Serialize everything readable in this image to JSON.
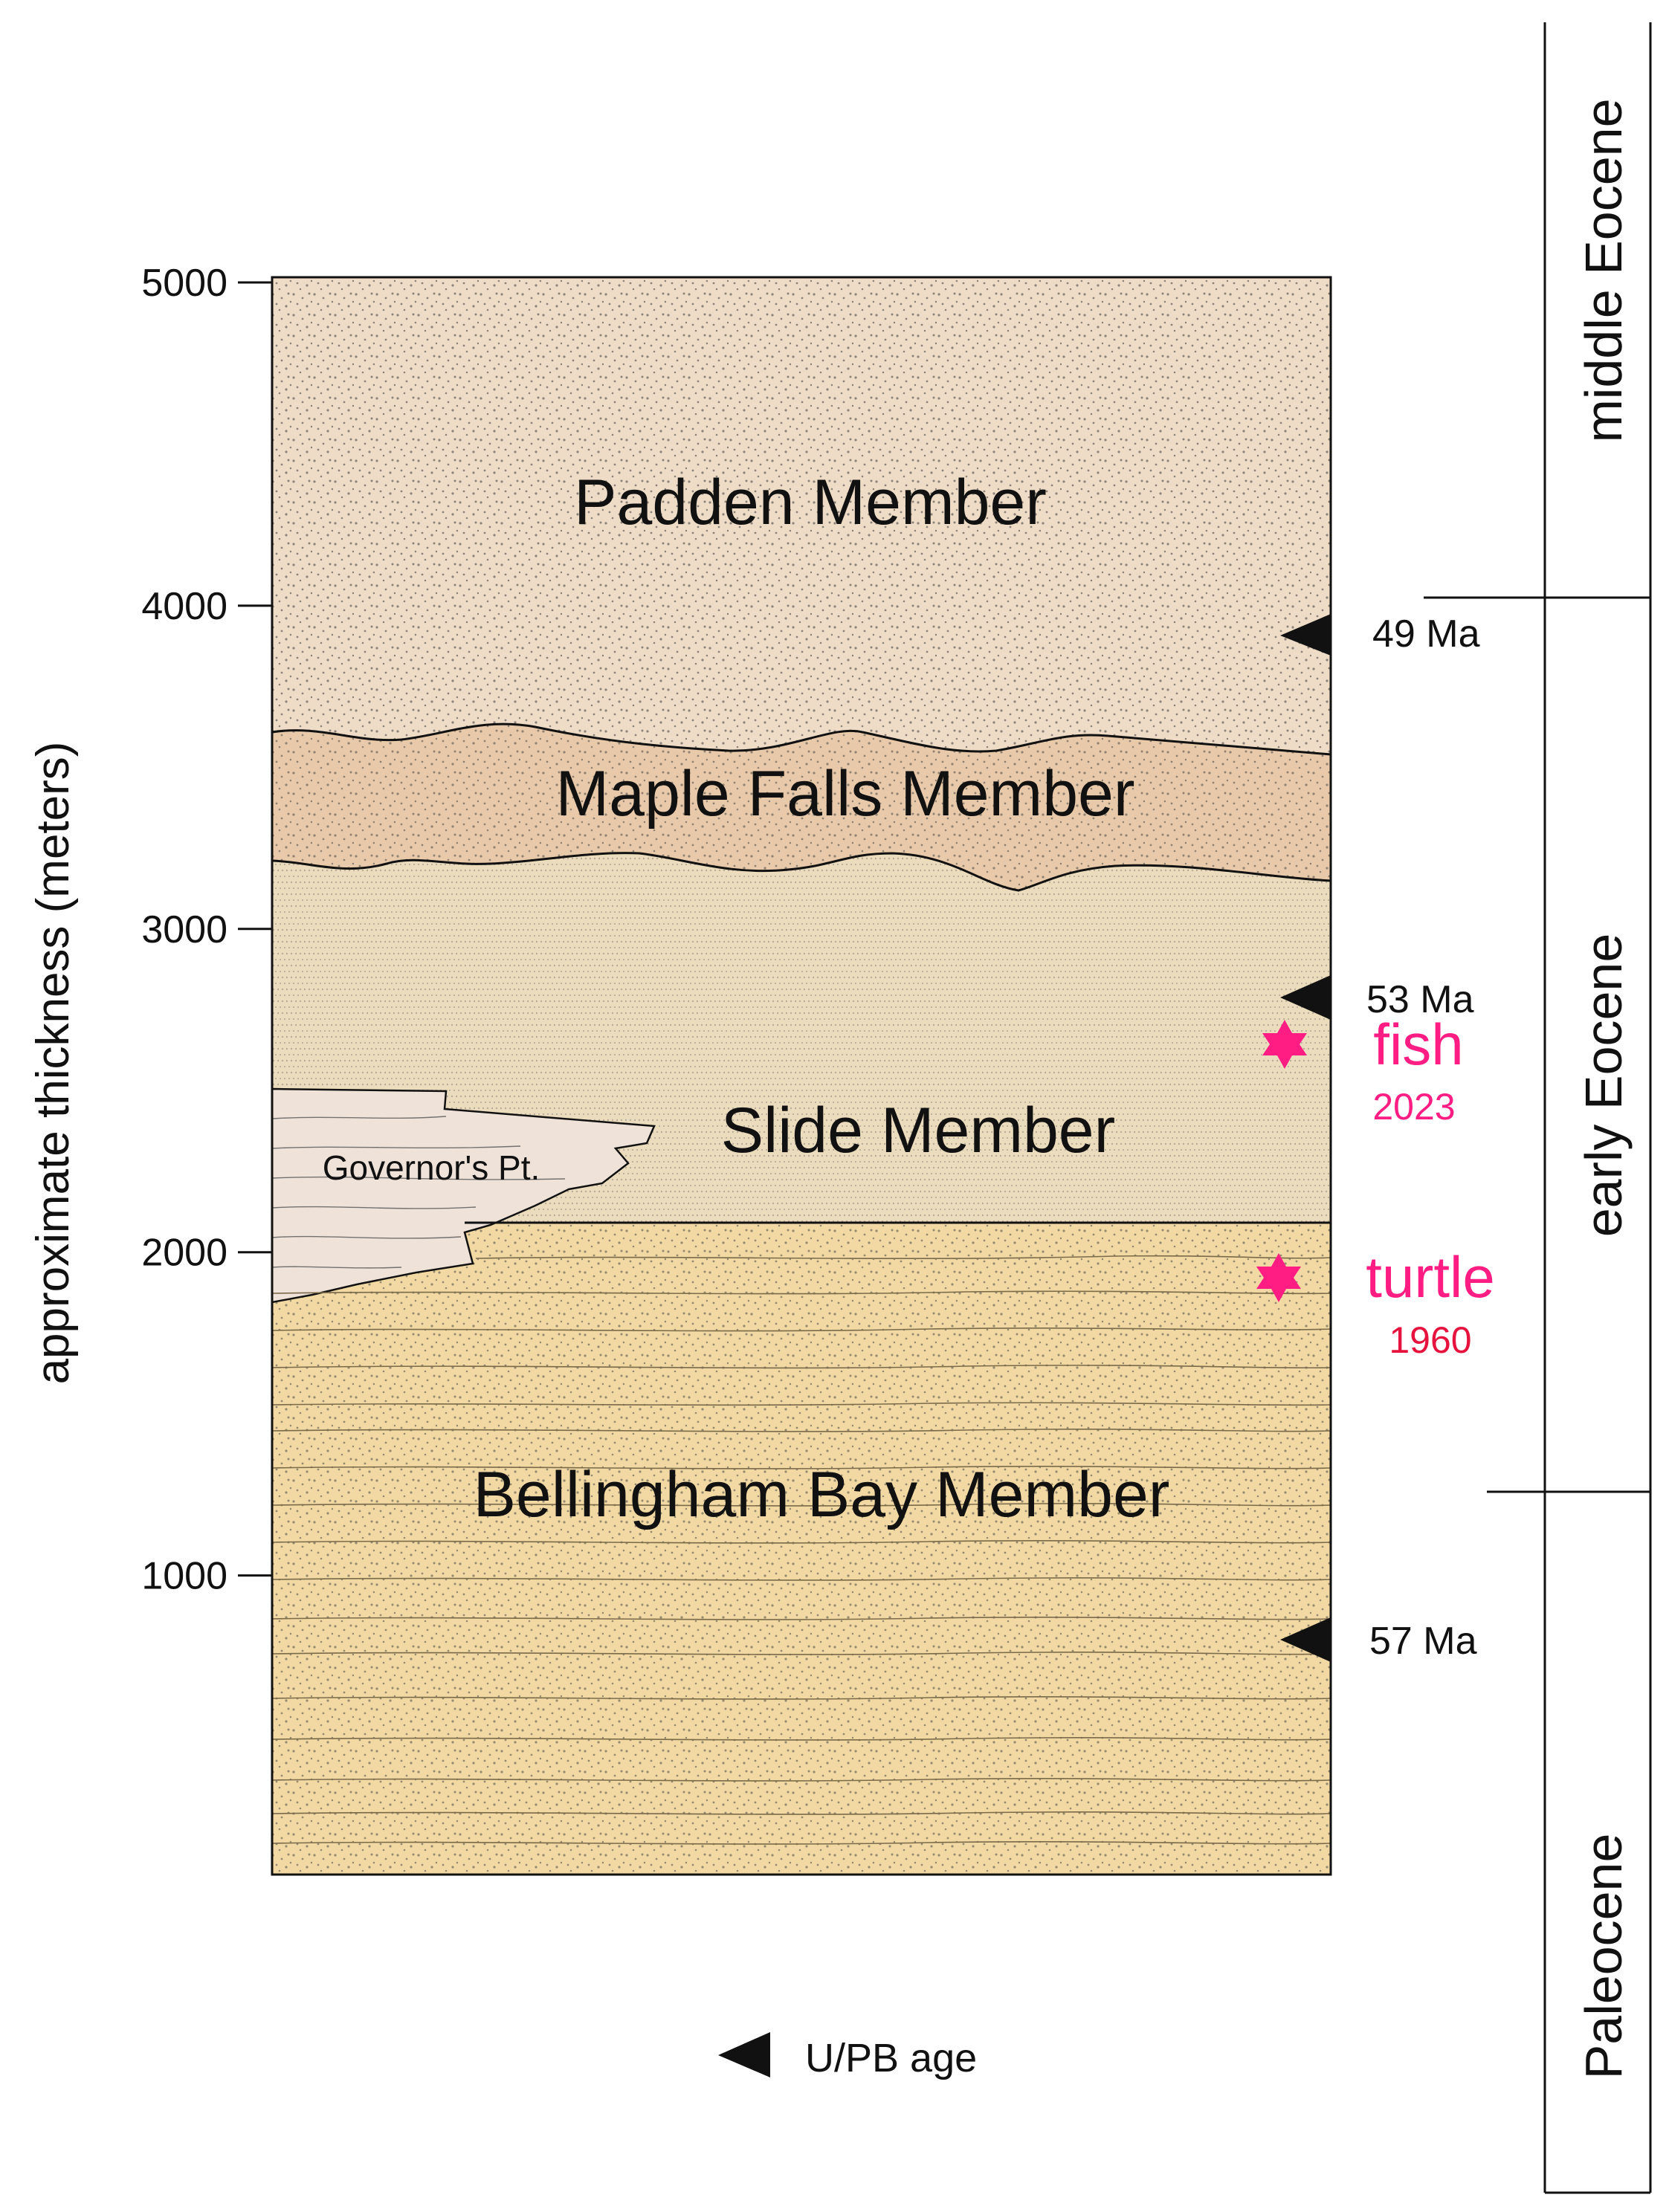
{
  "axis": {
    "ylabel": "approximate thickness (meters)",
    "ticks": [
      {
        "value": 5000,
        "label": "5000"
      },
      {
        "value": 4000,
        "label": "4000"
      },
      {
        "value": 3000,
        "label": "3000"
      },
      {
        "value": 2000,
        "label": "2000"
      },
      {
        "value": 1000,
        "label": "1000"
      }
    ]
  },
  "units": {
    "padden": "Padden Member",
    "maple_falls": "Maple Falls Member",
    "slide": "Slide Member",
    "governors": "Governor's Pt.",
    "bellingham": "Bellingham Bay Member"
  },
  "ages": {
    "a49": "49 Ma",
    "a53": "53 Ma",
    "a57": "57  Ma"
  },
  "fossils": {
    "fish": {
      "name": "fish",
      "year": "2023"
    },
    "turtle": {
      "name": "turtle",
      "year": "1960"
    }
  },
  "epochs": {
    "middle": "middle Eocene",
    "early": "early Eocene",
    "paleo": "Paleocene"
  },
  "legend": {
    "upb": "U/PB age"
  },
  "colors": {
    "padden": "#efdcc6",
    "maple_falls": "#e8c9a9",
    "slide": "#ecdcbe",
    "bellingham": "#f2d9a3",
    "governors": "#efe2d8",
    "fossil_marker": "#ff1d84",
    "turtle_year": "#e5133d"
  }
}
